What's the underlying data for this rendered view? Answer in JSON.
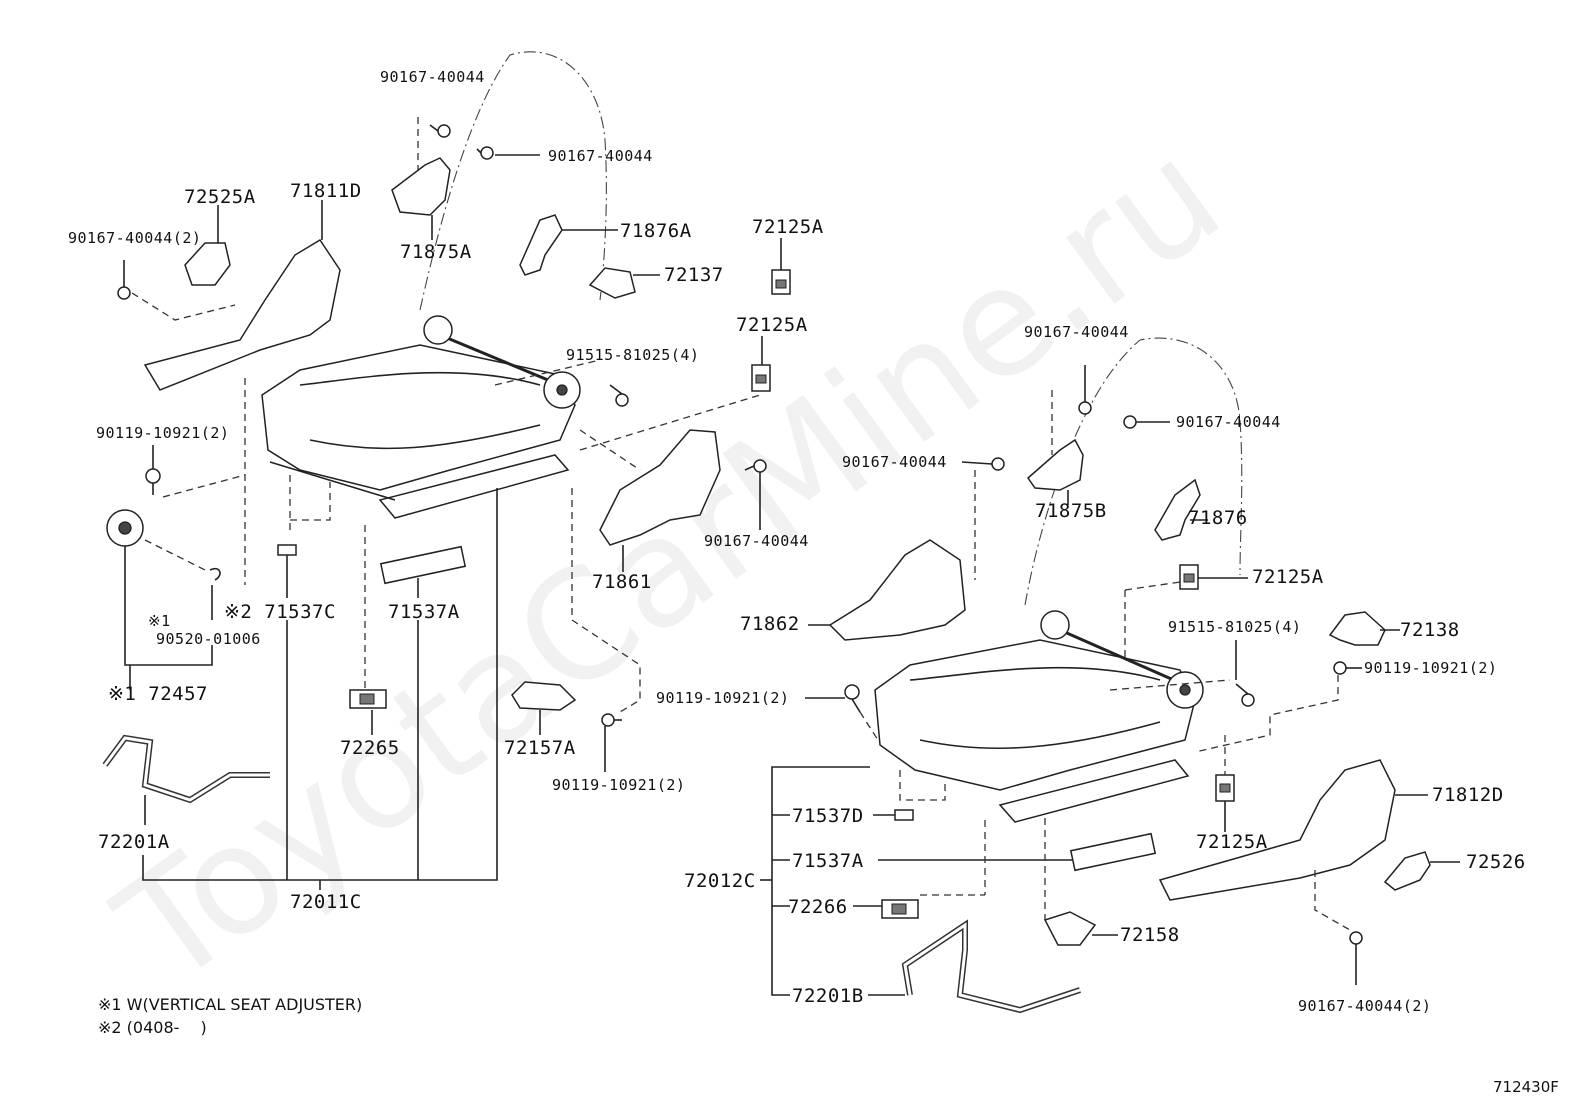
{
  "watermark": "ToyotaCarMine.ru",
  "figure_code": "712430F",
  "notes": [
    {
      "id": "n1",
      "text": "※1 W(VERTICAL SEAT ADJUSTER)"
    },
    {
      "id": "n2",
      "text": "※2 (0408-　 )"
    }
  ],
  "labels": {
    "l_90167_top1": "90167-40044",
    "l_90167_top2": "90167-40044",
    "l_72525A": "72525A",
    "l_71811D": "71811D",
    "l_90167_left": "90167-40044(2)",
    "l_71875A": "71875A",
    "l_71876A": "71876A",
    "l_72125A_1": "72125A",
    "l_72137": "72137",
    "l_72125A_2": "72125A",
    "l_91515_left": "91515-81025(4)",
    "l_90119_left": "90119-10921(2)",
    "l_90167_mid": "90167-40044",
    "l_71861": "71861",
    "l_x2_71537C": "※2 71537C",
    "l_x1": "※1",
    "l_90520": "90520-01006",
    "l_71537A": "71537A",
    "l_x1_72457": "※1 72457",
    "l_72265": "72265",
    "l_72157A": "72157A",
    "l_90119_bottom": "90119-10921(2)",
    "l_72201A": "72201A",
    "l_72011C": "72011C",
    "l_90167_r1": "90167-40044",
    "l_90167_r2": "90167-40044",
    "l_90167_r3": "90167-40044",
    "l_71875B": "71875B",
    "l_71876": "71876",
    "l_72125A_3": "72125A",
    "l_71862": "71862",
    "l_91515_right": "91515-81025(4)",
    "l_72138": "72138",
    "l_90119_r1": "90119-10921(2)",
    "l_90119_r2": "90119-10921(2)",
    "l_71812D": "71812D",
    "l_71537D": "71537D",
    "l_72125A_4": "72125A",
    "l_71537A_r": "71537A",
    "l_72526": "72526",
    "l_72012C": "72012C",
    "l_72266": "72266",
    "l_72158": "72158",
    "l_72201B": "72201B",
    "l_90167_r4": "90167-40044(2)"
  }
}
